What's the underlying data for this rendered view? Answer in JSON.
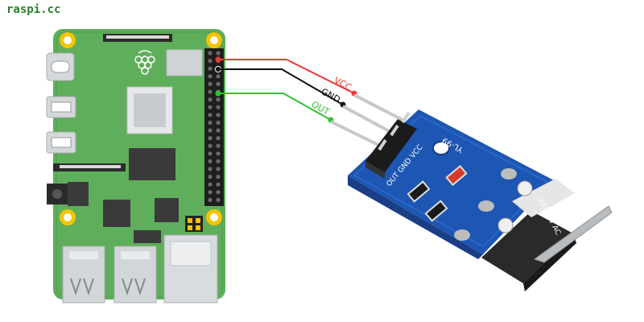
{
  "watermark": "raspi.cc",
  "wire_labels": {
    "vcc": "VCC",
    "gnd": "GND",
    "out": "OUT"
  },
  "module": {
    "board_label": "YL-99",
    "pin_labels": "OUT GND VCC",
    "switch_rating": "2A125V AC"
  },
  "colors": {
    "pcb_green": "#5fae5b",
    "pcb_dark": "#3f8f46",
    "module_blue": "#1d56b3",
    "wire_vcc": "#e53935",
    "wire_gnd": "#111111",
    "wire_out": "#2ec22e",
    "mount_hole": "#f5c400"
  }
}
